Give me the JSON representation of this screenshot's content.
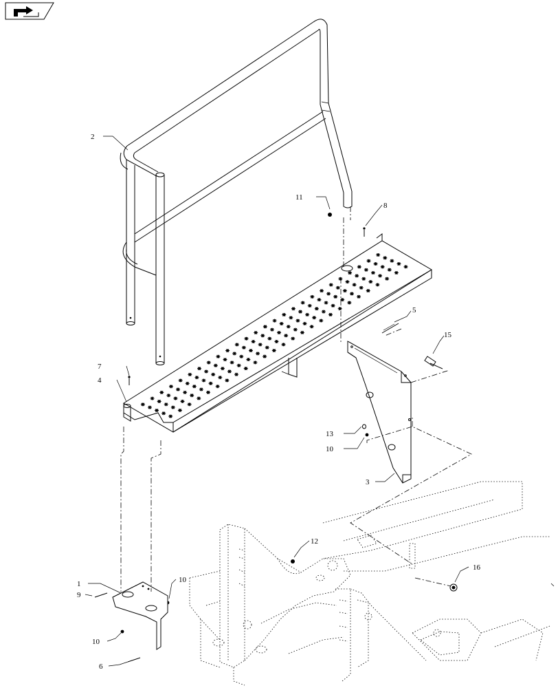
{
  "callouts": [
    {
      "id": "1",
      "text": "1"
    },
    {
      "id": "2",
      "text": "2"
    },
    {
      "id": "3",
      "text": "3"
    },
    {
      "id": "4",
      "text": "4"
    },
    {
      "id": "5",
      "text": "5"
    },
    {
      "id": "6",
      "text": "6"
    },
    {
      "id": "7",
      "text": "7"
    },
    {
      "id": "8",
      "text": "8"
    },
    {
      "id": "9",
      "text": "9"
    },
    {
      "id": "10a",
      "text": "10"
    },
    {
      "id": "10b",
      "text": "10"
    },
    {
      "id": "10c",
      "text": "10"
    },
    {
      "id": "11",
      "text": "11"
    },
    {
      "id": "12",
      "text": "12"
    },
    {
      "id": "13",
      "text": "13"
    },
    {
      "id": "15",
      "text": "15"
    },
    {
      "id": "16",
      "text": "16"
    }
  ],
  "icons": {
    "nav": "page-turn-arrow-icon"
  }
}
